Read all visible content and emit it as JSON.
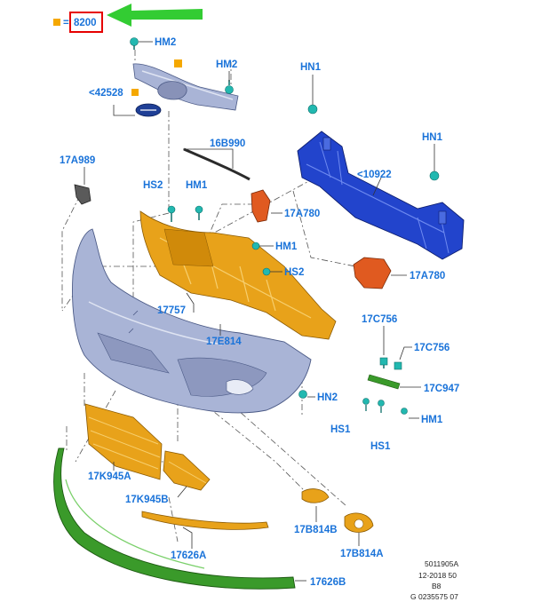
{
  "header": {
    "part_code": "8200",
    "equals": "="
  },
  "colors": {
    "label": "#1a73d9",
    "arrow": "#33cc33",
    "marker": "#f5a800",
    "highlight_box": "#e60000",
    "bumper_cover": "#a9b4d6",
    "reinforcement": "#2244cc",
    "absorber": "#e8a21a",
    "spoiler": "#3a9a2a",
    "bracket": "#e05a20"
  },
  "labels": {
    "hm2_top": "HM2",
    "hm2_grille": "HM2",
    "c42528": "<42528",
    "hn1_a": "HN1",
    "hn1_b": "HN1",
    "c16b990": "16B990",
    "c10922": "<10922",
    "c17a989": "17A989",
    "hs2_a": "HS2",
    "hm1_a": "HM1",
    "c17a780_a": "17A780",
    "hm1_b": "HM1",
    "hs2_b": "HS2",
    "c17a780_b": "17A780",
    "c17757": "17757",
    "c17e814": "17E814",
    "c17c756_a": "17C756",
    "c17c756_b": "17C756",
    "c17c947": "17C947",
    "hn2": "HN2",
    "hm1_c": "HM1",
    "hs1_a": "HS1",
    "hs1_b": "HS1",
    "c17k945a": "17K945A",
    "c17k945b": "17K945B",
    "c17b814b": "17B814B",
    "c17626a": "17626A",
    "c17b814a": "17B814A",
    "c17626b": "17626B"
  },
  "meta": {
    "line1": "5011905A",
    "line2": "12-2018 50",
    "line3": "B8",
    "line4": "G 0235575 07"
  }
}
